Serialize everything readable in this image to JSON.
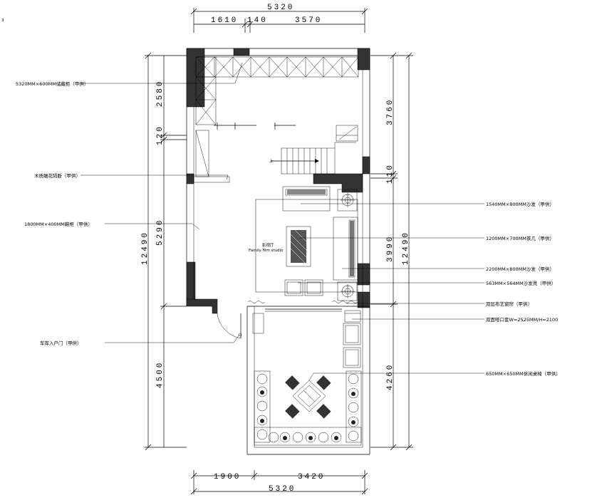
{
  "corner_mark": "3",
  "dims": {
    "top_total": "5320",
    "top_a": "1610",
    "top_b": "140",
    "top_c": "3570",
    "bottom_a": "1900",
    "bottom_b": "3420",
    "bottom_total": "5320",
    "left_a": "2580",
    "left_b": "120",
    "left_c": "5290",
    "left_d": "4500",
    "left_total": "12490",
    "right_a": "3760",
    "right_b": "110",
    "right_c": "3990",
    "right_d": "4260",
    "right_total": "12490"
  },
  "labels": {
    "storage_cabinet": "5320MM×600MM储藏柜（甲供）",
    "wood_partition": "木质雕花隔断（甲供）",
    "shoe_cabinet": "1800MM×400MM鞋柜（甲供）",
    "garage_door": "车库入户门（甲供）",
    "sofa_a": "1540MM×800MM沙发（甲供）",
    "tea_table": "1200MM×700MM茶几（甲供）",
    "sofa_b": "2200MM×800MM沙发（甲供）",
    "stool": "563MM×564MM沙发凳（甲供）",
    "curtain": "双层布艺窗帘（甲供）",
    "door_frame": "双面哑口套W=2525MM/H=2100",
    "table_chairs": "650MM×650MM休闲桌椅（甲供）",
    "room_cn": "影视厅",
    "room_en": "Family film studio",
    "stair_mark": "上"
  }
}
